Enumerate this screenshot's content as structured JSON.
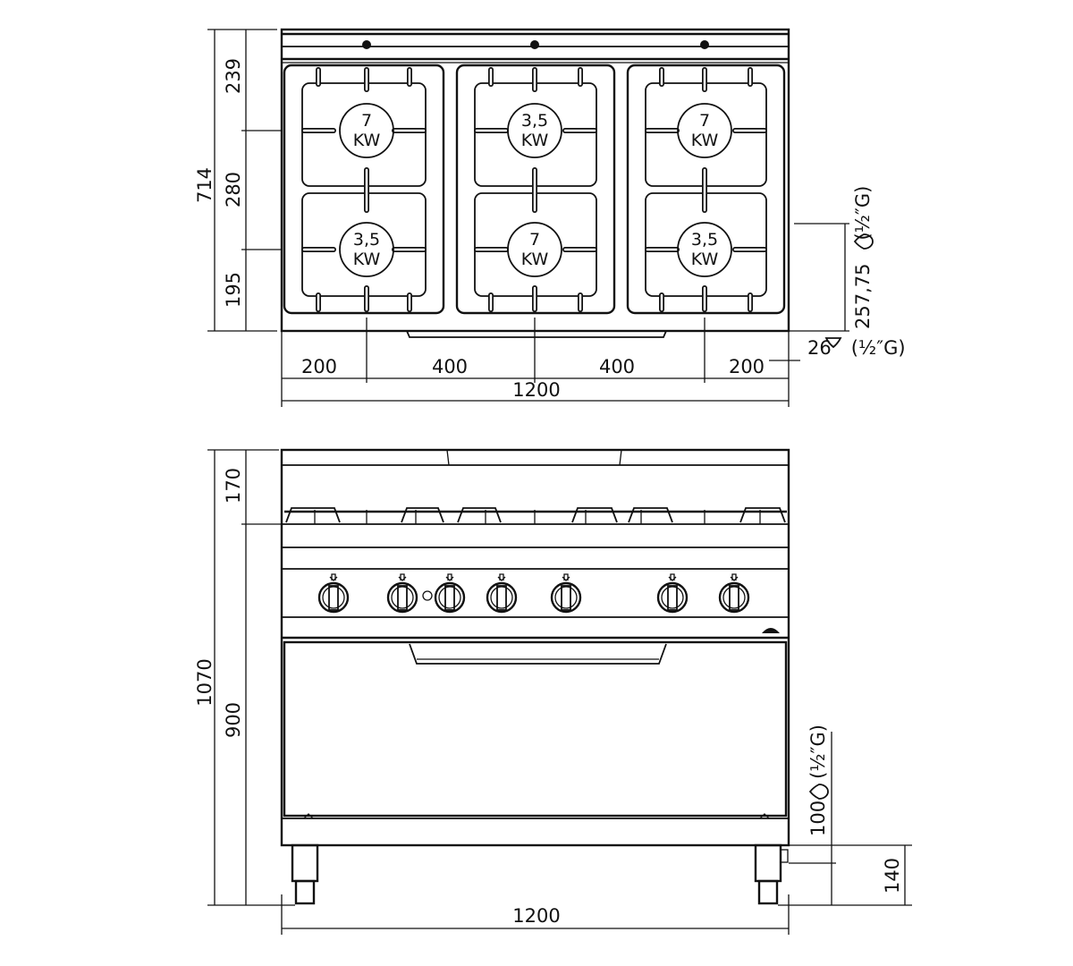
{
  "top_view": {
    "burners": [
      {
        "power": "7",
        "unit": "KW"
      },
      {
        "power": "3,5",
        "unit": "KW"
      },
      {
        "power": "7",
        "unit": "KW"
      },
      {
        "power": "3,5",
        "unit": "KW"
      },
      {
        "power": "7",
        "unit": "KW"
      },
      {
        "power": "3,5",
        "unit": "KW"
      }
    ],
    "dims": {
      "total_depth": "714",
      "depth_a": "239",
      "depth_b": "280",
      "depth_c": "195",
      "width_a": "200",
      "width_b": "400",
      "width_c": "400",
      "width_d": "200",
      "total_width": "1200",
      "gas_y": "257,75",
      "gas_y_thread": "(½″G)",
      "gas_x": "26",
      "gas_x_thread": "(½″G)"
    }
  },
  "front_view": {
    "knob_count": 7,
    "dims": {
      "total_height": "1070",
      "work_height": "900",
      "top_height": "170",
      "total_width": "1200",
      "gas_height": "100",
      "gas_thread": "(½″G)",
      "leg_height": "140"
    }
  }
}
